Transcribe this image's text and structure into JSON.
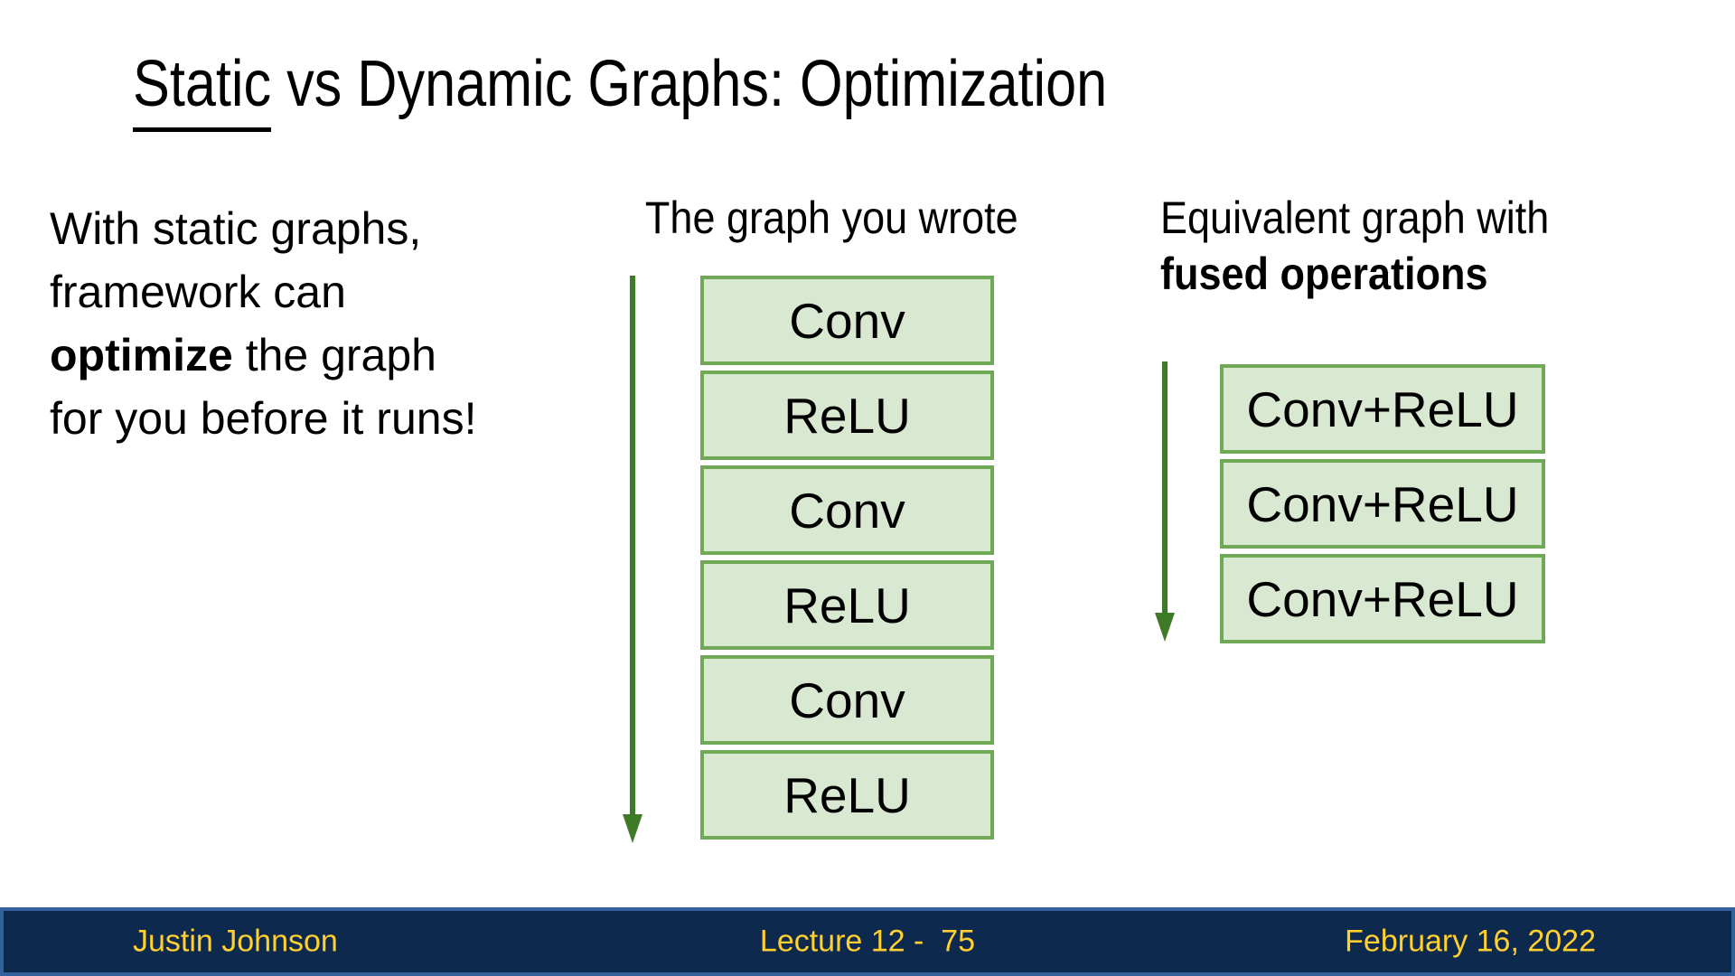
{
  "title": {
    "underlined_word": "Static",
    "rest": " vs Dynamic Graphs: Optimization"
  },
  "left_note": {
    "line1": "With static graphs,",
    "line2": "framework can",
    "line3_bold": "optimize",
    "line3_rest": " the graph",
    "line4": "for you before it runs!"
  },
  "written_graph": {
    "heading": "The graph you wrote",
    "boxes": [
      "Conv",
      "ReLU",
      "Conv",
      "ReLU",
      "Conv",
      "ReLU"
    ]
  },
  "fused_graph": {
    "heading_line1": "Equivalent graph with",
    "heading_line2": "fused operations",
    "boxes": [
      "Conv+ReLU",
      "Conv+ReLU",
      "Conv+ReLU"
    ]
  },
  "footer": {
    "author": "Justin Johnson",
    "lecture_label": "Lecture 12 -  75",
    "date": "February 16, 2022"
  },
  "icons": {
    "arrow_written": "down-arrow-icon",
    "arrow_fused": "down-arrow-icon"
  },
  "colors": {
    "green_fill": "#d9e8d0",
    "green_border": "#70a956",
    "arrow_green": "#3f7a28",
    "footer_navy": "#0d2a4e",
    "footer_border": "#33619e",
    "footer_text": "#ffd02f",
    "text_black": "#000000"
  }
}
